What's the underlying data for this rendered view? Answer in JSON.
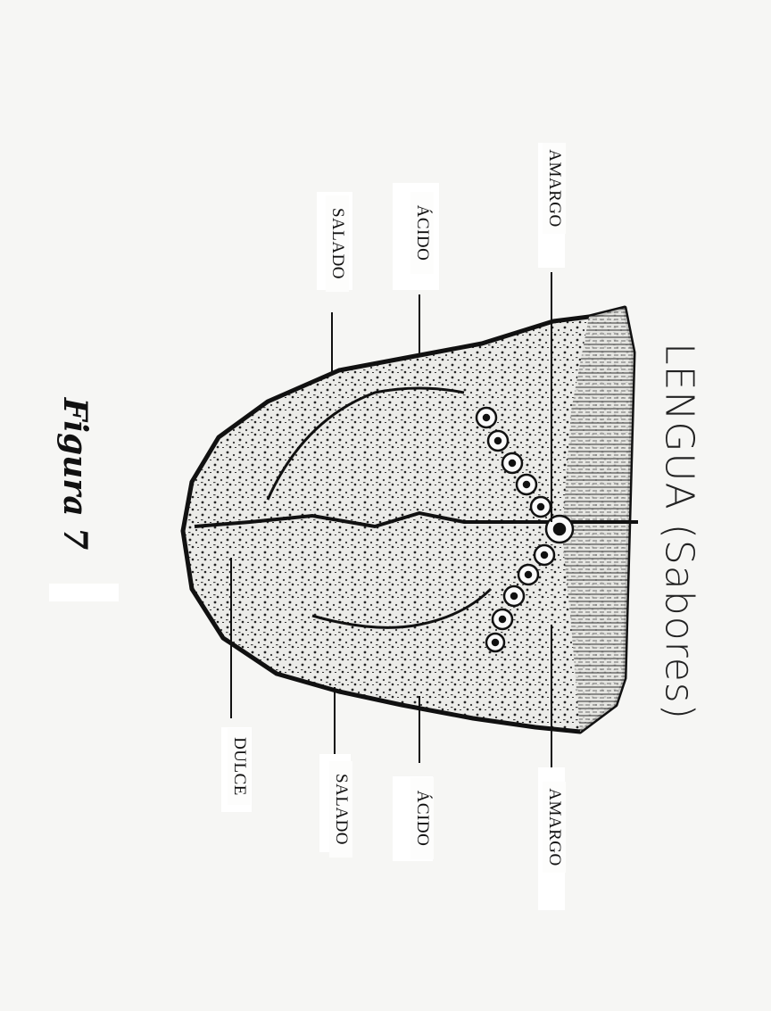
{
  "title": "LENGUA (Sabores)",
  "figure_label": "Figura 7",
  "labels": {
    "amargo_top": "AMARGO",
    "acido_top": "ÁCIDO",
    "salado_top": "SALADO",
    "amargo_bottom": "AMARGO",
    "acido_bottom": "ÁCIDO",
    "salado_bottom": "SALADO",
    "dulce": "DULCE"
  },
  "colors": {
    "ink": "#111111",
    "paper": "#f6f6f4"
  }
}
